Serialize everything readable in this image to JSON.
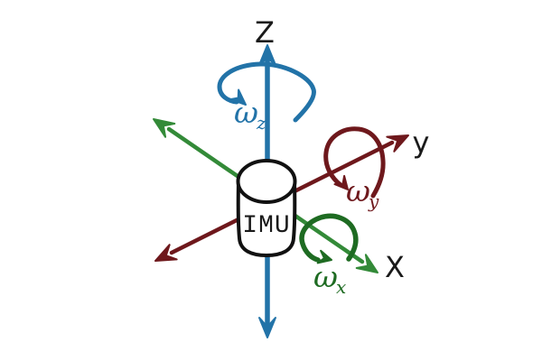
{
  "diagram": {
    "description": "Hand-drawn IMU body-axes diagram with angular rate arrows",
    "center_label": "IMU",
    "axes": [
      {
        "id": "z",
        "label": "Z",
        "color": "#2273a8",
        "omega_symbol": "ω",
        "omega_subscript": "z"
      },
      {
        "id": "y",
        "label": "y",
        "color": "#6e181c",
        "omega_symbol": "ω",
        "omega_subscript": "y"
      },
      {
        "id": "x",
        "label": "X",
        "color": "#338a38",
        "omega_symbol": "ω",
        "omega_subscript": "x"
      }
    ]
  },
  "colors": {
    "background": "#ffffff",
    "z_axis": "#2273a8",
    "y_axis": "#6e181c",
    "x_axis": "#338a38",
    "x_rotation": "#1e6b22",
    "text": "#1a1a1a",
    "cylinder_stroke": "#111111",
    "cylinder_fill": "#ffffff"
  }
}
